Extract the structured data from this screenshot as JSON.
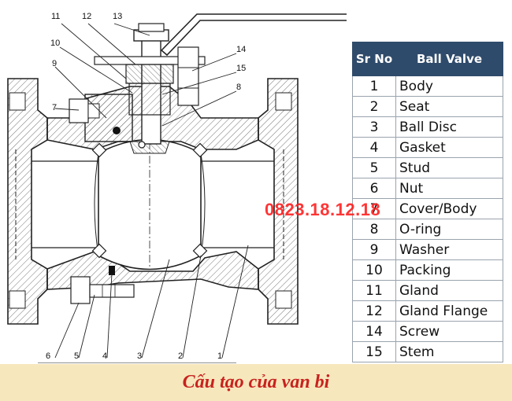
{
  "watermark": "0823.18.12.18",
  "caption": "Cấu tạo của van bi",
  "colors": {
    "header_bg": "#2f4b6b",
    "caption_bg": "#f7e7bd",
    "caption_text": "#c8221e",
    "watermark": "#ff2020"
  },
  "table": {
    "headers": [
      "Sr No",
      "Ball Valve"
    ],
    "rows": [
      {
        "no": "1",
        "name": "Body"
      },
      {
        "no": "2",
        "name": "Seat"
      },
      {
        "no": "3",
        "name": "Ball Disc"
      },
      {
        "no": "4",
        "name": "Gasket"
      },
      {
        "no": "5",
        "name": "Stud"
      },
      {
        "no": "6",
        "name": "Nut"
      },
      {
        "no": "7",
        "name": "Cover/Body"
      },
      {
        "no": "8",
        "name": "O-ring"
      },
      {
        "no": "9",
        "name": "Washer"
      },
      {
        "no": "10",
        "name": "Packing"
      },
      {
        "no": "11",
        "name": "Gland"
      },
      {
        "no": "12",
        "name": "Gland Flange"
      },
      {
        "no": "14",
        "name": "Screw"
      },
      {
        "no": "15",
        "name": "Stem"
      }
    ]
  },
  "callouts": {
    "c1": "1",
    "c2": "2",
    "c3": "3",
    "c4": "4",
    "c5": "5",
    "c6": "6",
    "c7": "7",
    "c8": "8",
    "c9": "9",
    "c10": "10",
    "c11": "11",
    "c12": "12",
    "c13": "13",
    "c14": "14",
    "c15": "15"
  }
}
